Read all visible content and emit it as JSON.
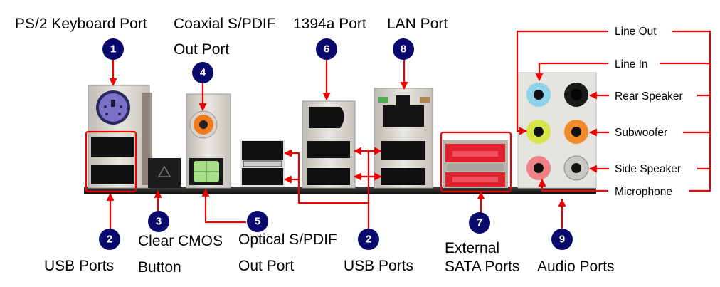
{
  "title": "Motherboard Rear I/O Panel",
  "colors": {
    "callout_line": "#f00000",
    "badge": "#0a0a6e",
    "badge_text": "#ffffff",
    "text": "#000000",
    "ps2_port": "#7b72c8",
    "coax_spdif": "#f07a1e",
    "optical_spdif": "#a8e08a",
    "esata": "#e0202c",
    "audio_line_in": "#8fd3ea",
    "audio_line_out": "#d6e64a",
    "audio_rear": "#1a1a1a",
    "audio_sub": "#f08a2a",
    "audio_mic": "#f0808a",
    "audio_side": "#c8c8c0"
  },
  "callouts": [
    {
      "number": "1",
      "label_lines": [
        "PS/2 Keyboard Port"
      ]
    },
    {
      "number": "2",
      "label_lines": [
        "USB Ports"
      ]
    },
    {
      "number": "3",
      "label_lines": [
        "Clear CMOS",
        "Button"
      ]
    },
    {
      "number": "4",
      "label_lines": [
        "Coaxial S/PDIF",
        "Out Port"
      ]
    },
    {
      "number": "5",
      "label_lines": [
        "Optical S/PDIF",
        "Out Port"
      ]
    },
    {
      "number": "6",
      "label_lines": [
        "1394a Port"
      ]
    },
    {
      "number": "2",
      "label_lines": [
        "USB Ports"
      ]
    },
    {
      "number": "7",
      "label_lines": [
        "External",
        "SATA Ports"
      ]
    },
    {
      "number": "8",
      "label_lines": [
        "LAN Port"
      ]
    },
    {
      "number": "9",
      "label_lines": [
        "Audio Ports"
      ]
    }
  ],
  "audio_jacks": [
    {
      "label": "Line Out"
    },
    {
      "label": "Line In"
    },
    {
      "label": "Rear Speaker"
    },
    {
      "label": "Subwoofer"
    },
    {
      "label": "Side Speaker"
    },
    {
      "label": "Microphone"
    }
  ]
}
